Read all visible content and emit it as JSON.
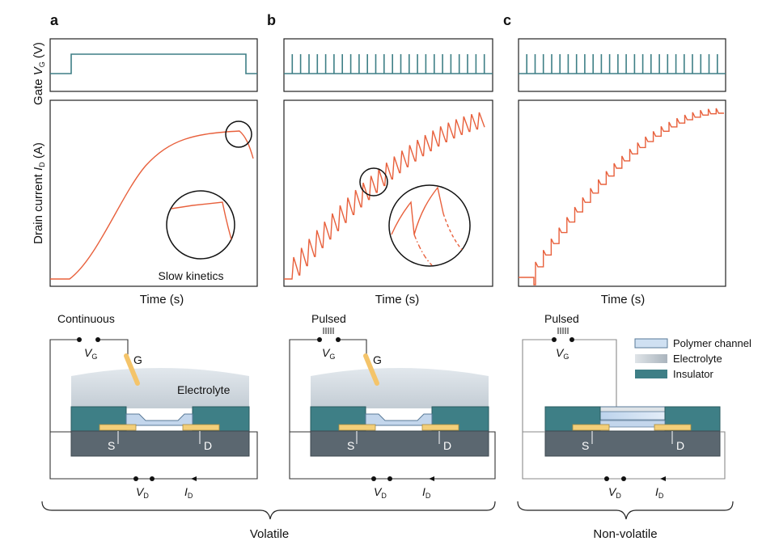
{
  "panels": {
    "a": {
      "letter": "a",
      "time_label": "Time (s)",
      "annotation": "Slow kinetics",
      "mode": "Continuous",
      "electrolyte_label": "Electrolyte"
    },
    "b": {
      "letter": "b",
      "time_label": "Time (s)",
      "mode": "Pulsed"
    },
    "c": {
      "letter": "c",
      "time_label": "Time (s)",
      "mode": "Pulsed"
    }
  },
  "axes": {
    "gate_prefix": "Gate ",
    "gate_var": "V",
    "gate_sub": "G",
    "gate_unit": " (V)",
    "drain_prefix": "Drain current ",
    "drain_var": "I",
    "drain_sub": "D",
    "drain_unit": " (A)"
  },
  "circuit": {
    "gate_terminal": "G",
    "source": "S",
    "drain": "D",
    "vg_var": "V",
    "vg_sub": "G",
    "vd_var": "V",
    "vd_sub": "D",
    "id_var": "I",
    "id_sub": "D"
  },
  "legend": {
    "items": [
      {
        "label": "Polymer channel",
        "color": "#cfe0f2"
      },
      {
        "label": "Electrolyte",
        "color": "#c9d2da"
      },
      {
        "label": "Insulator",
        "color": "#3e7f86"
      }
    ]
  },
  "groups": {
    "volatile": "Volatile",
    "nonvolatile": "Non-volatile"
  },
  "colors": {
    "gate_trace": "#3e7f86",
    "drain_trace": "#e8603c",
    "insulator": "#3e7f86",
    "substrate": "#5b6770",
    "contact": "#f3cf7a",
    "electrolyte": "#c9d2da",
    "gate_probe": "#f4c46a"
  }
}
